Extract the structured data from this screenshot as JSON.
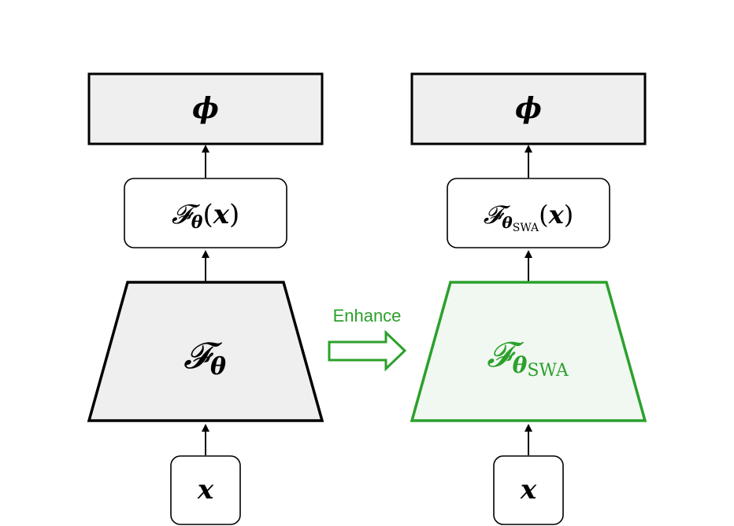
{
  "left_stack": {
    "head_label": "ϕ",
    "feature_label": {
      "func": "𝓕",
      "sub": "θ",
      "arg_open": "(",
      "arg": "x",
      "arg_close": ")"
    },
    "encoder_label": {
      "func": "𝓕",
      "sub": "θ"
    },
    "input_label": "x"
  },
  "right_stack": {
    "head_label": "ϕ",
    "feature_label": {
      "func": "𝓕",
      "sub": "θ",
      "subsub": "SWA",
      "arg_open": "(",
      "arg": "x",
      "arg_close": ")"
    },
    "encoder_label": {
      "func": "𝓕",
      "sub": "θ",
      "subsub": "SWA"
    },
    "input_label": "x"
  },
  "transition": {
    "label": "Enhance"
  },
  "colors": {
    "stroke": "#000000",
    "gray_fill": "#efefef",
    "green": "#2ca02c",
    "green_fill": "#f1f8f1",
    "enhance_text": "#2ca02c"
  }
}
